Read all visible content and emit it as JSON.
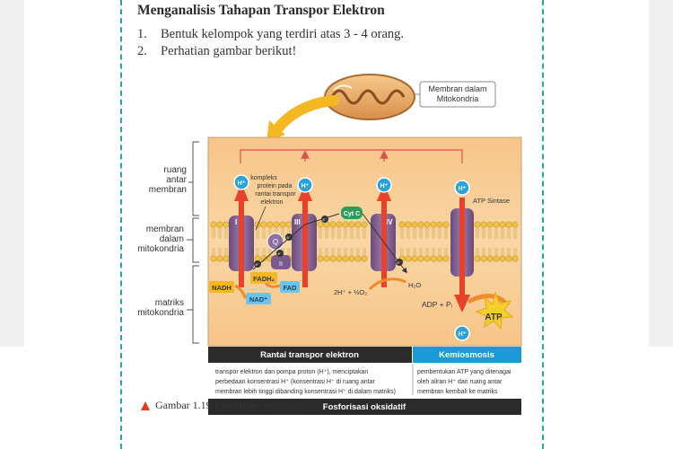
{
  "section": {
    "title": "Menganalisis Tahapan Transpor Elektron",
    "steps": [
      {
        "num": "1.",
        "text": "Bentuk kelompok yang terdiri atas 3 - 4 orang."
      },
      {
        "num": "2.",
        "text": "Perhatian gambar berikut!"
      }
    ]
  },
  "figure": {
    "mito_label_1": "Membran dalam",
    "mito_label_2": "Mitokondria",
    "left_labels": {
      "ruang": [
        "ruang",
        "antar",
        "membran"
      ],
      "membran": [
        "membran",
        "dalam",
        "mitokondria"
      ],
      "matriks": [
        "matriks",
        "mitokondria"
      ]
    },
    "complex_label": [
      "kompleks",
      "protein pada",
      "rantai transpor",
      "elektron"
    ],
    "atp_synthase": "ATP Sintase",
    "complexes": [
      "I",
      "III",
      "IV"
    ],
    "proton": "H⁺",
    "cytc": "Cyt C",
    "q": "Q",
    "ii": "II",
    "nadh": "NADH",
    "nad": "NAD⁺",
    "fadh2": "FADH₂",
    "fad": "FAD",
    "water_in": "2H⁺ + ½O₂",
    "water_out": "H₂O",
    "adp": "ADP + Pᵢ",
    "atp": "ATP",
    "electron": "e⁻",
    "bar_left": "Rantai transpor elektron",
    "bar_right": "Kemiosmosis",
    "desc_left": [
      "transpor elektron dan pompa proton (H⁺), menciptakan",
      "perbedaan konsentrasi H⁺ (konsentrasi H⁺ di ruang antar",
      "membran lebih tinggi dibanding konsentrasi H⁺ di dalam matriks)"
    ],
    "desc_right": [
      "pembentukan ATP yang ditenagai",
      "oleh aliran H⁺ dari ruang antar",
      "membran kembali ke matriks"
    ],
    "bottom_bar": "Fosforisasi oksidatif"
  },
  "caption": "Gambar 1.19 Fosforilasi oksidatif.",
  "colors": {
    "accent_teal": "#22aaa0",
    "dark_bar": "#2b2b2b",
    "blue_bar": "#1a9ad6",
    "caption_triangle": "#e63a22"
  }
}
